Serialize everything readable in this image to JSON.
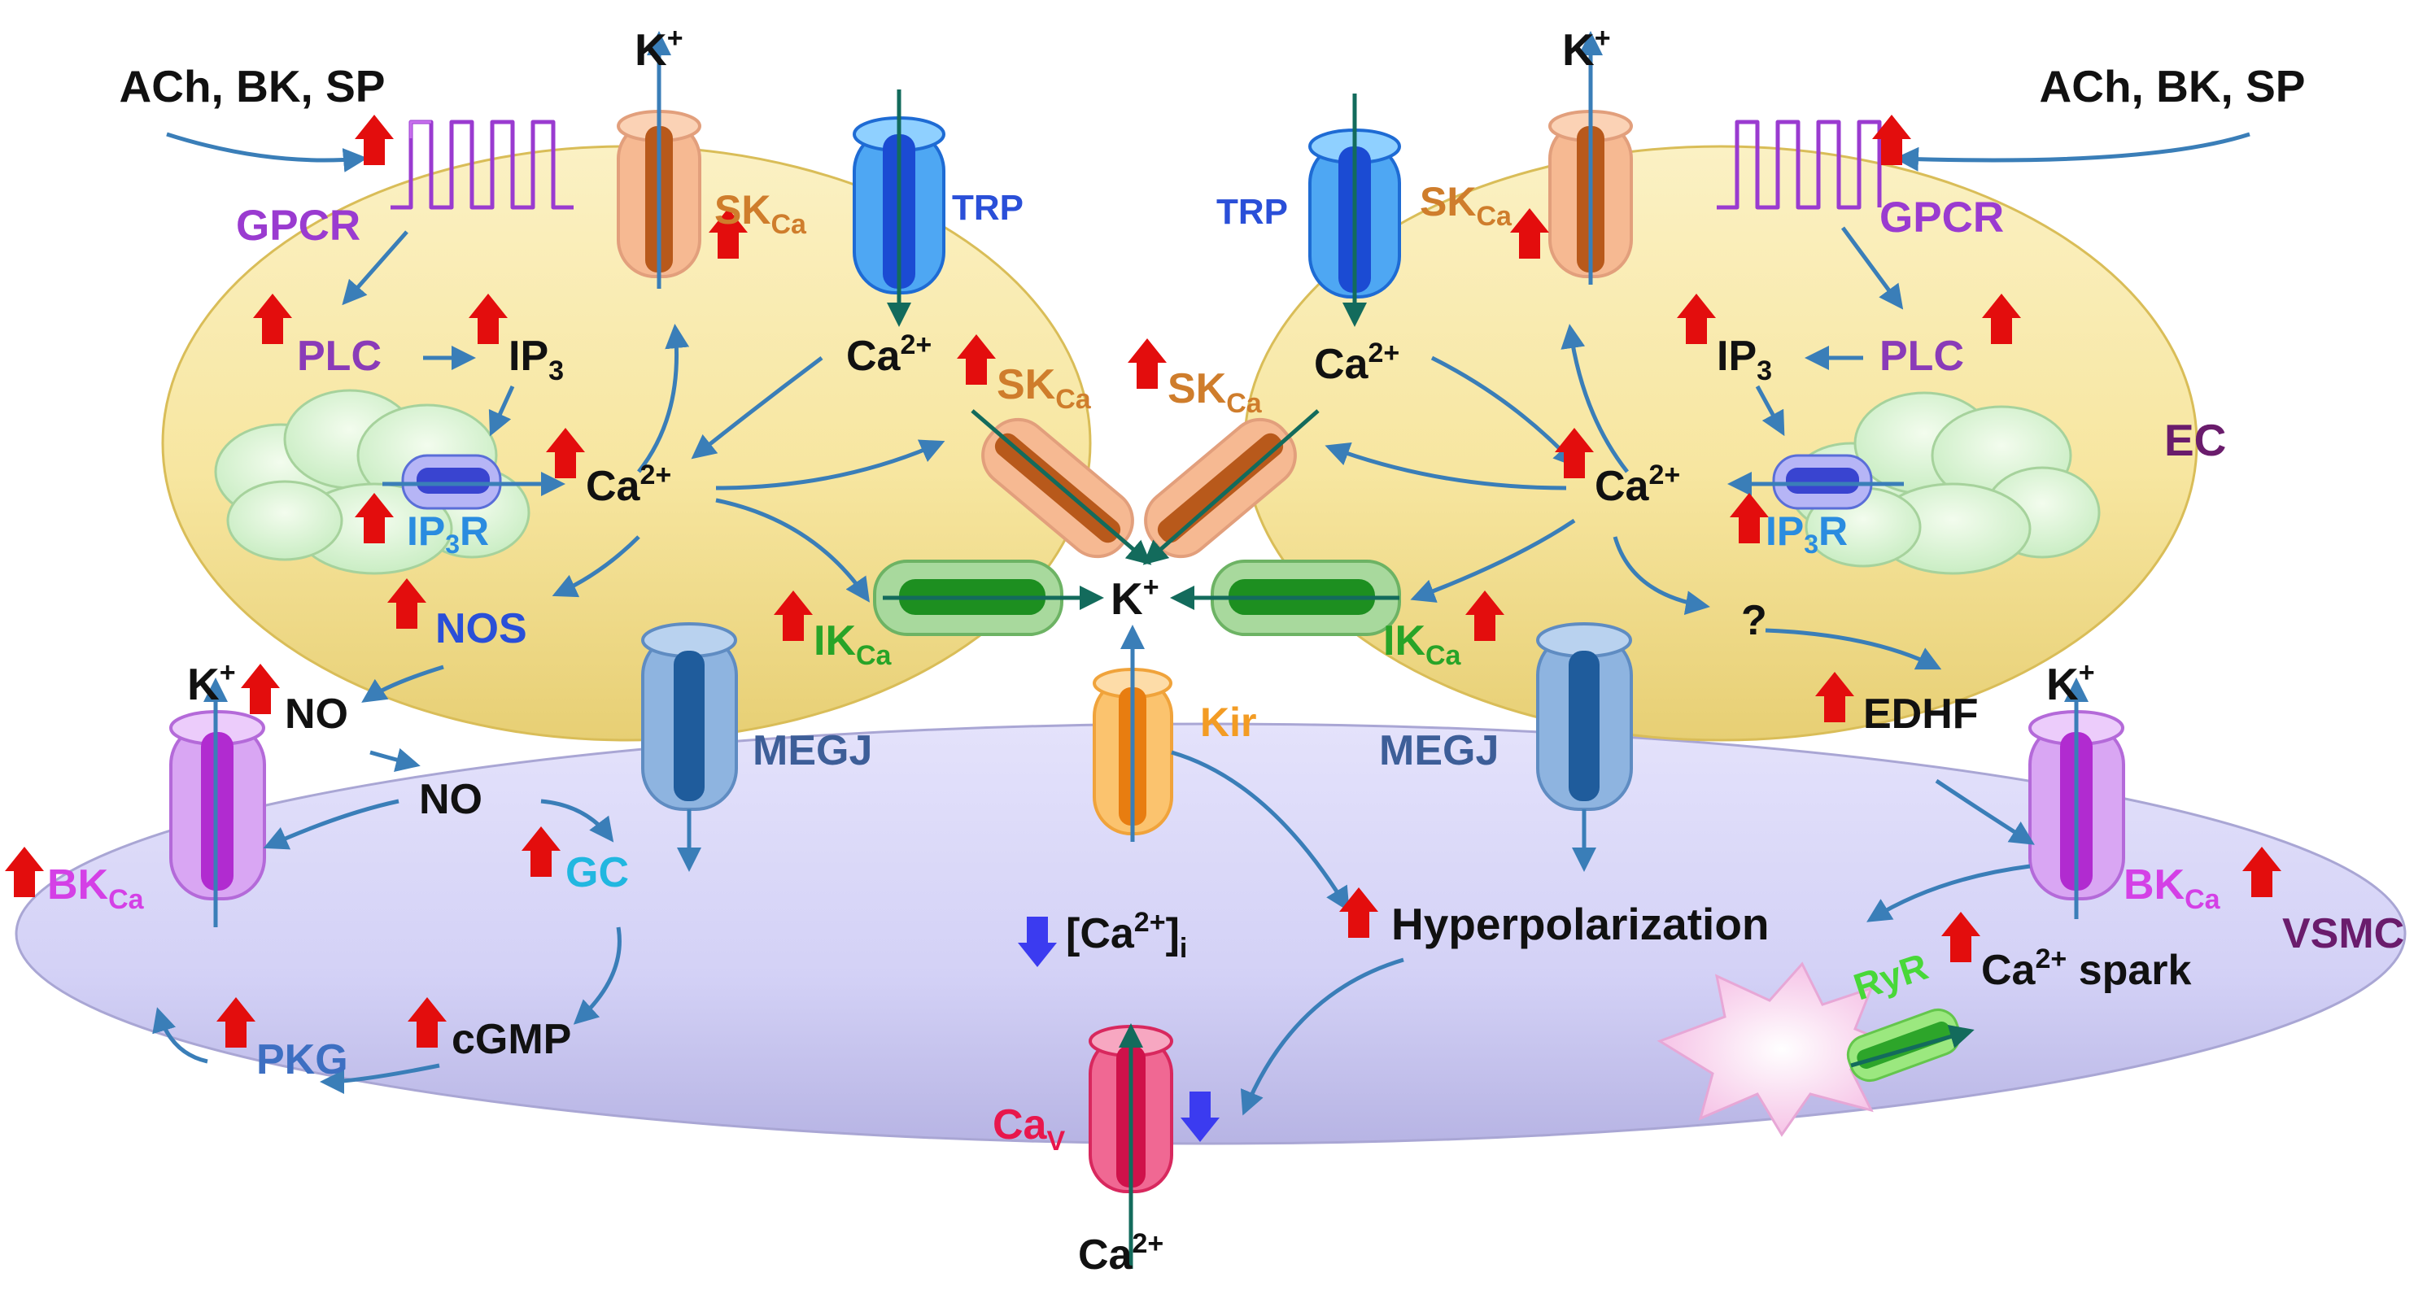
{
  "labels": {
    "agonists": "ACh, BK, SP",
    "gpcr": "GPCR",
    "plc": "PLC",
    "ip3": "IP",
    "ip3_sub": "3",
    "ip3r_a": "IP",
    "ip3r_sub": "3",
    "ip3r_b": "R",
    "ca": "Ca",
    "ca_sup": "2+",
    "k": "K",
    "k_sup": "+",
    "nos": "NOS",
    "no": "NO",
    "gc": "GC",
    "cgmp": "cGMP",
    "pkg": "PKG",
    "bk": "BK",
    "sk": "SK",
    "ik": "IK",
    "ch_sub": "Ca",
    "trp": "TRP",
    "megj": "MEGJ",
    "kir": "Kir",
    "cav": "Ca",
    "cav_sub": "V",
    "ca_i_open": "[Ca",
    "ca_i_close": "]",
    "ca_i_sub": "i",
    "hyperpolarization": "Hyperpolarization",
    "edhf": "EDHF",
    "question": "?",
    "ryr": "RyR",
    "spark": " spark",
    "ec": "EC",
    "vsmc": "VSMC"
  },
  "colors": {
    "ec_fill": "#f8e9a6",
    "vsmc_fill": "#d6d4f7",
    "arrow_blue": "#3a7eb8",
    "arrow_teal": "#136b5c",
    "up_red": "#e30d0d",
    "down_blue": "#3b3bf0",
    "purple": "#9a3bd0",
    "blue_label": "#2a4fd8",
    "orange_label": "#cf7d2c",
    "green_label": "#28a428",
    "magenta": "#d440e6",
    "cyan": "#21b7e0",
    "slate": "#3d5e98",
    "kir_orange": "#f39c24",
    "cav_red": "#e8174c",
    "ryr_green": "#48d838",
    "cell_label": "#6a1c6c"
  }
}
